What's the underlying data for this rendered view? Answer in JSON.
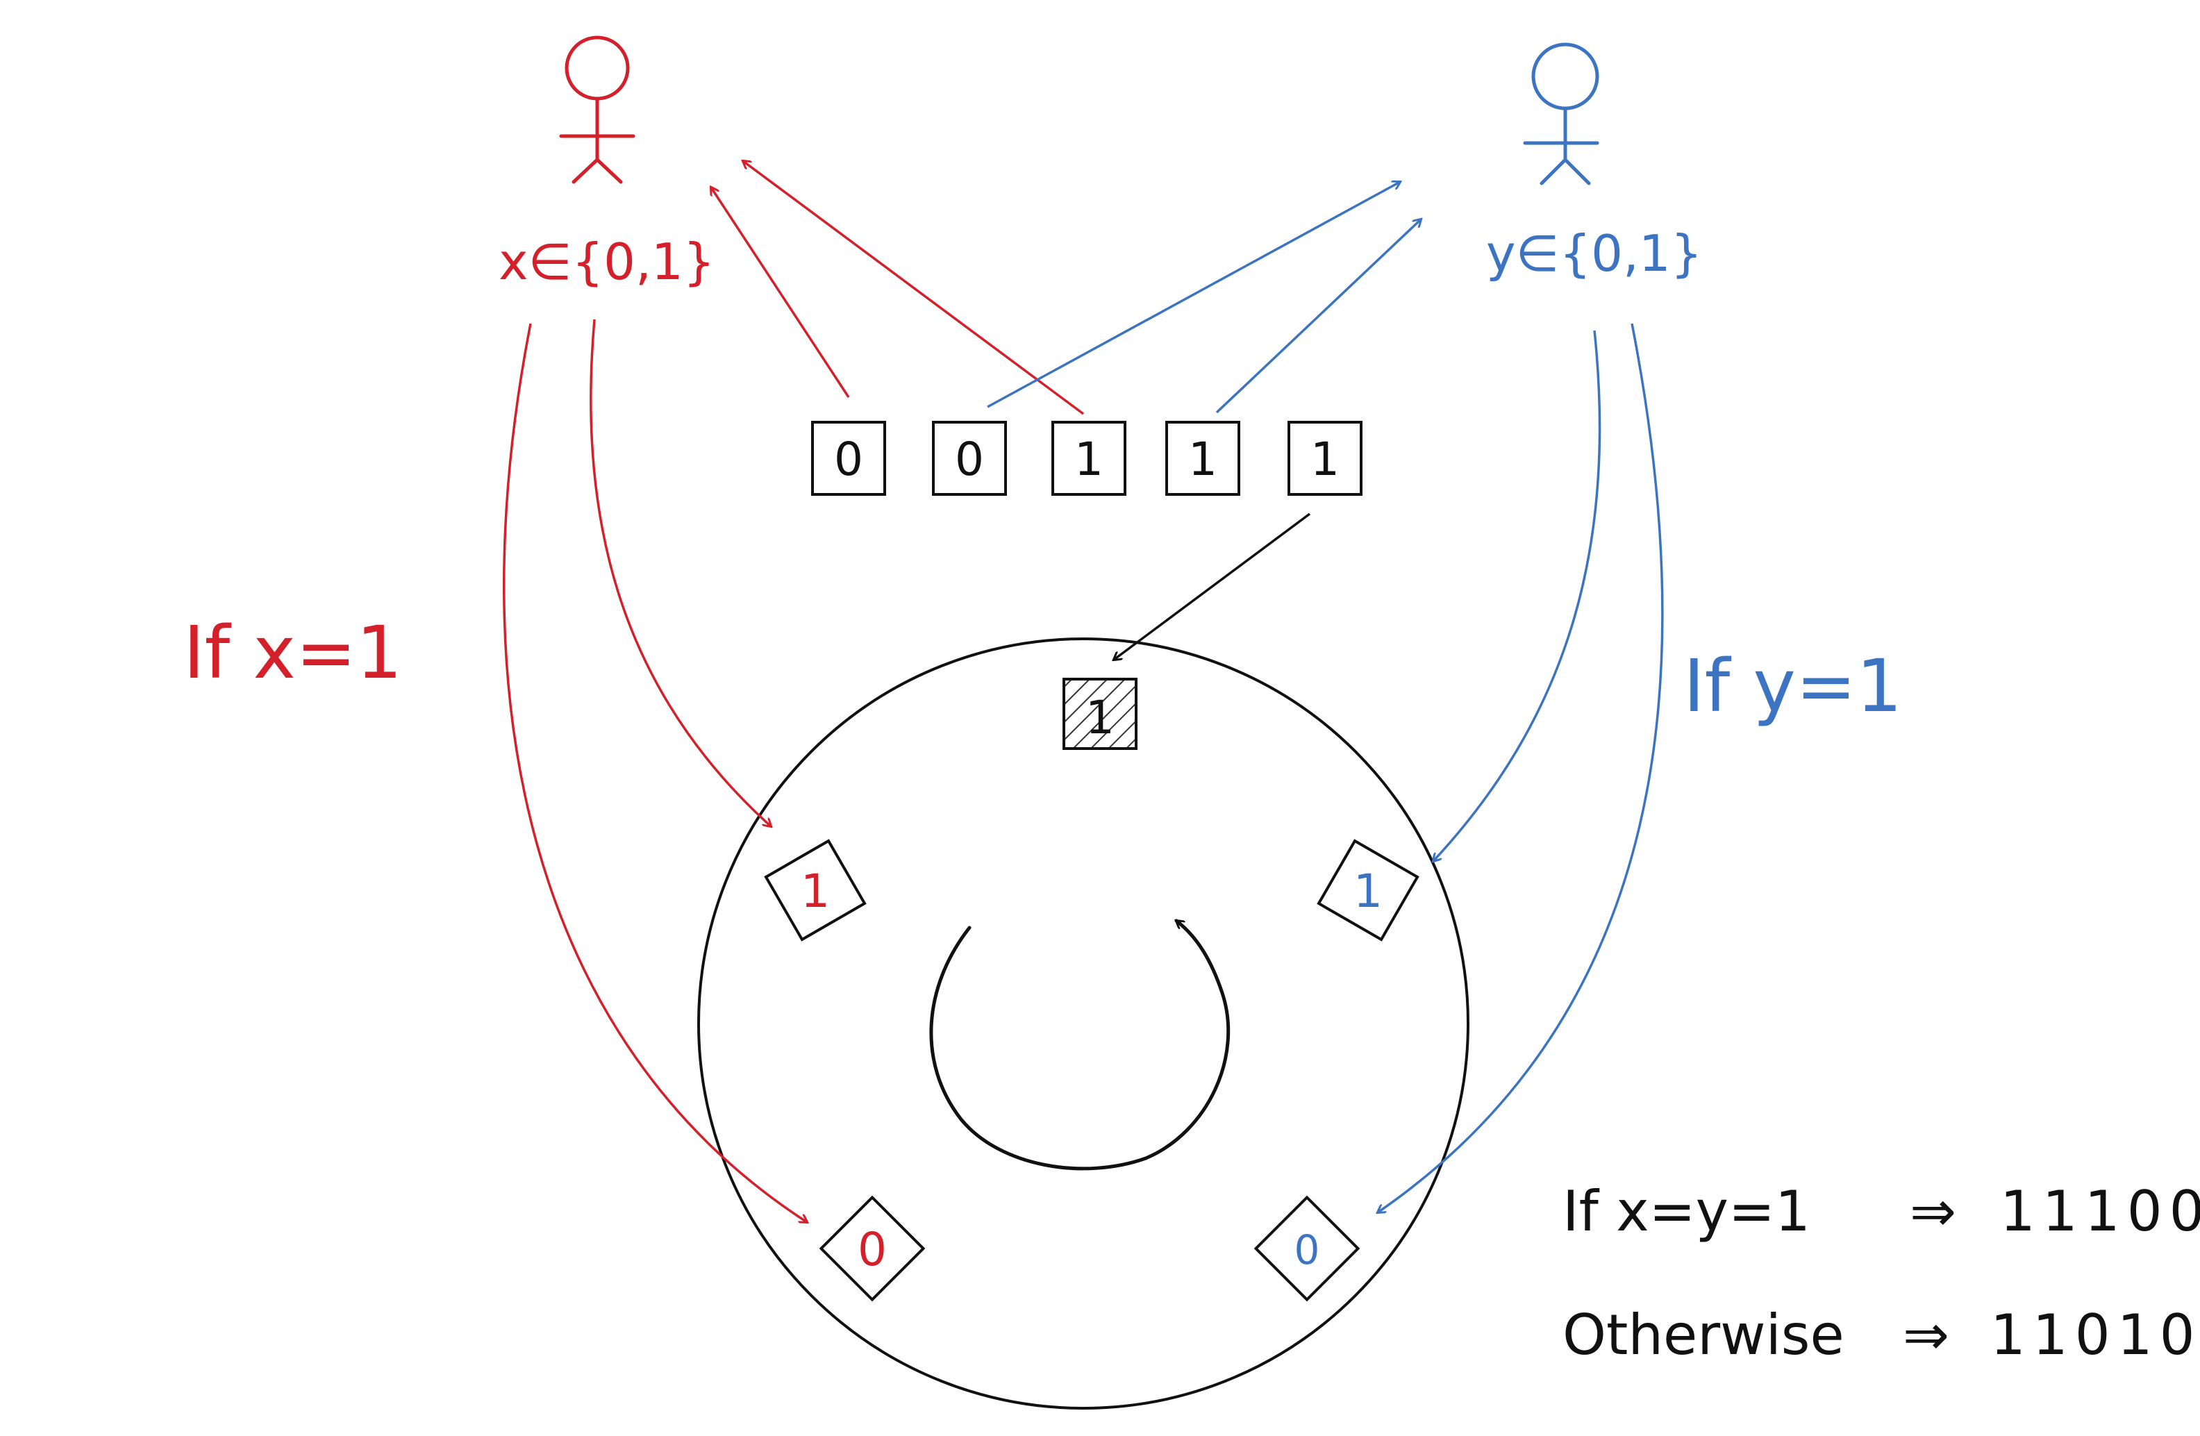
{
  "colors": {
    "red": "#d4202a",
    "blue": "#3d74c1",
    "black": "#111111",
    "background": "#ffffff"
  },
  "party_x": {
    "icon": "stick-figure-icon",
    "label": "x∈{0,1}",
    "condition": "If x=1"
  },
  "party_y": {
    "icon": "stick-figure-icon",
    "label": "y∈{0,1}",
    "condition": "If y=1"
  },
  "bit_boxes": [
    "0",
    "0",
    "1",
    "1",
    "1"
  ],
  "ring": {
    "top_slot": "1",
    "upper_left": "1",
    "upper_right": "1",
    "lower_left": "0",
    "lower_right": "0",
    "rotation_icon": "rotate-arrow-icon"
  },
  "result": {
    "line1_condition": "If x=y=1",
    "line1_arrow": "⇒",
    "line1_value": "11100",
    "line2_condition": "Otherwise",
    "line2_arrow": "⇒",
    "line2_value": "11010"
  }
}
